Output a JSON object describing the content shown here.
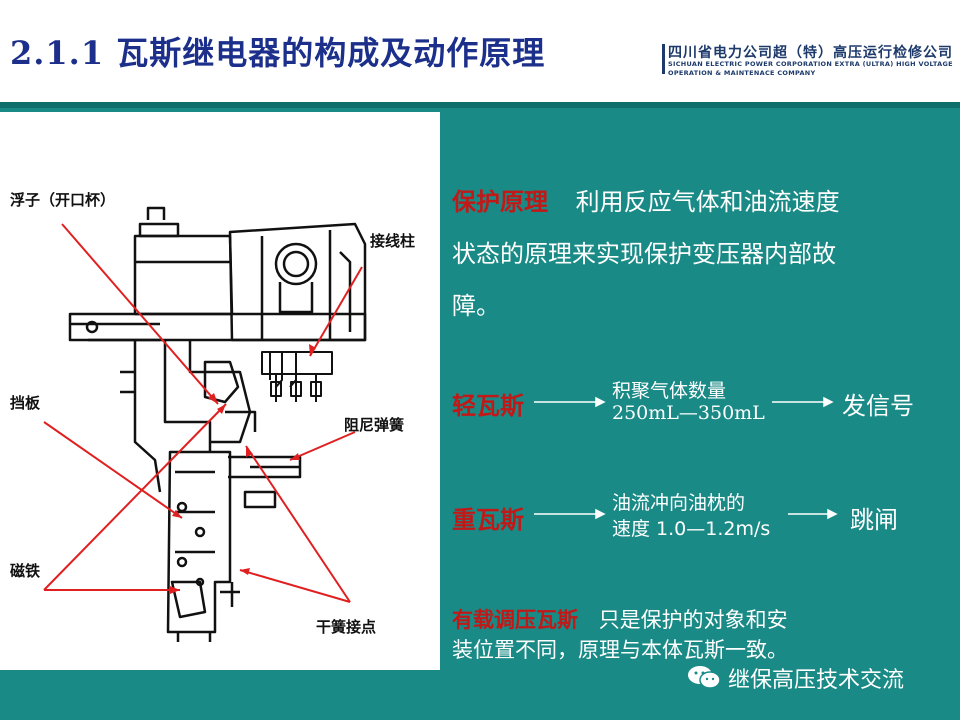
{
  "title": "2.1.1 瓦斯继电器的构成及动作原理",
  "logo": {
    "cn": "四川省电力公司超（特）高压运行检修公司",
    "en_line1": "SICHUAN ELECTRIC POWER CORPORATION EXTRA (ULTRA) HIGH VOLTAGE",
    "en_line2": "OPERATION & MAINTENACE COMPANY"
  },
  "labels": {
    "float": "浮子（开口杯）",
    "terminal": "接线柱",
    "baffle": "挡板",
    "spring": "阻尼弹簧",
    "magnet": "磁铁",
    "reed": "干簧接点"
  },
  "principle": {
    "heading": "保护原理",
    "line1": "利用反应气体和油流速度",
    "line2": "状态的原理来实现保护变压器内部故",
    "line3": "障。"
  },
  "light_gas": {
    "name": "轻瓦斯",
    "cond1": "积聚气体数量",
    "cond2": "250mL—350mL",
    "action": "发信号"
  },
  "heavy_gas": {
    "name": "重瓦斯",
    "cond1": "油流冲向油枕的",
    "cond2": "速度 1.0—1.2m/s",
    "action": "跳闸"
  },
  "oltc": {
    "name": "有载调压瓦斯",
    "line1": "只是保护的对象和安",
    "line2": "装位置不同，原理与本体瓦斯一致。"
  },
  "watermark": "继保高压技术交流",
  "colors": {
    "accent": "#c11818",
    "title": "#1c2f8a",
    "background": "#1a8a86"
  }
}
